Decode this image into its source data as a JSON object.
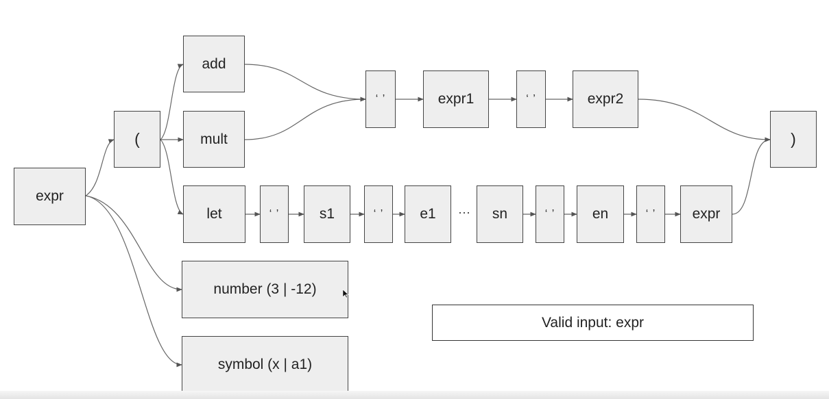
{
  "nodes": {
    "expr_root": "expr",
    "open_paren": "(",
    "add": "add",
    "mult": "mult",
    "let": "let",
    "space_1": "‘ ’",
    "expr1": "expr1",
    "space_2": "‘ ’",
    "expr2": "expr2",
    "close_paren": ")",
    "let_space_1": "‘ ’",
    "s1": "s1",
    "let_space_2": "‘ ’",
    "e1": "e1",
    "ellipsis": "···",
    "sn": "sn",
    "let_space_3": "‘ ’",
    "en": "en",
    "let_space_4": "‘ ’",
    "let_body": "expr",
    "number": "number (3 | -12)",
    "symbol": "symbol (x | a1)"
  },
  "note": "Valid input: expr",
  "colors": {
    "node_fill": "#eeeeee",
    "node_border": "#444444",
    "edge": "#666666"
  }
}
